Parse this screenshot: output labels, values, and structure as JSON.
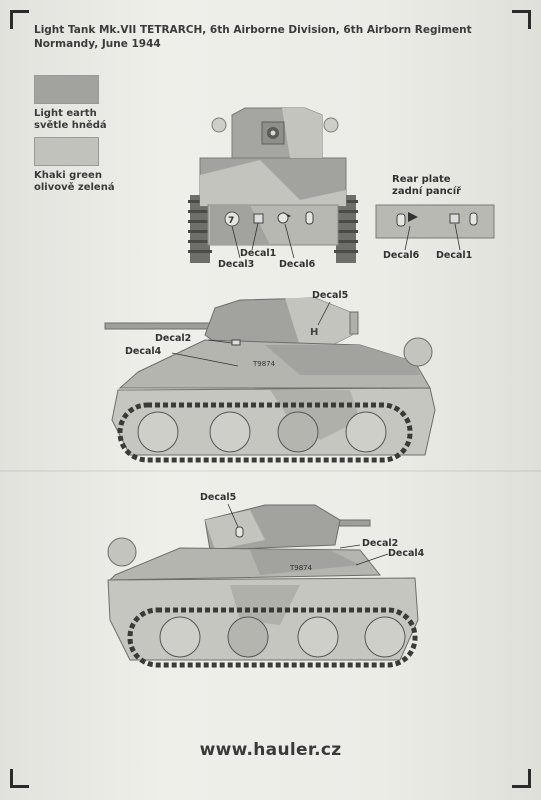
{
  "title": {
    "line1": "Light Tank Mk.VII TETRARCH, 6th Airborne Division, 6th Airborn Regiment",
    "line2": "Normandy, June 1944"
  },
  "legend": [
    {
      "label1": "Light earth",
      "label2": "světle hnědá",
      "color": "#a2a29e"
    },
    {
      "label1": "Khaki green",
      "label2": "olivově zelená",
      "color": "#c2c2bd"
    }
  ],
  "rear_plate": {
    "line1": "Rear plate",
    "line2": "zadní pancíř"
  },
  "labels": {
    "front_decal1": "Decal1",
    "front_decal3": "Decal3",
    "front_decal6": "Decal6",
    "plate_decal6": "Decal6",
    "plate_decal1": "Decal1",
    "side1_decal5": "Decal5",
    "side1_decal2": "Decal2",
    "side1_decal4": "Decal4",
    "side2_decal5": "Decal5",
    "side2_decal2": "Decal2",
    "side2_decal4": "Decal4"
  },
  "footer": "www.hauler.cz"
}
